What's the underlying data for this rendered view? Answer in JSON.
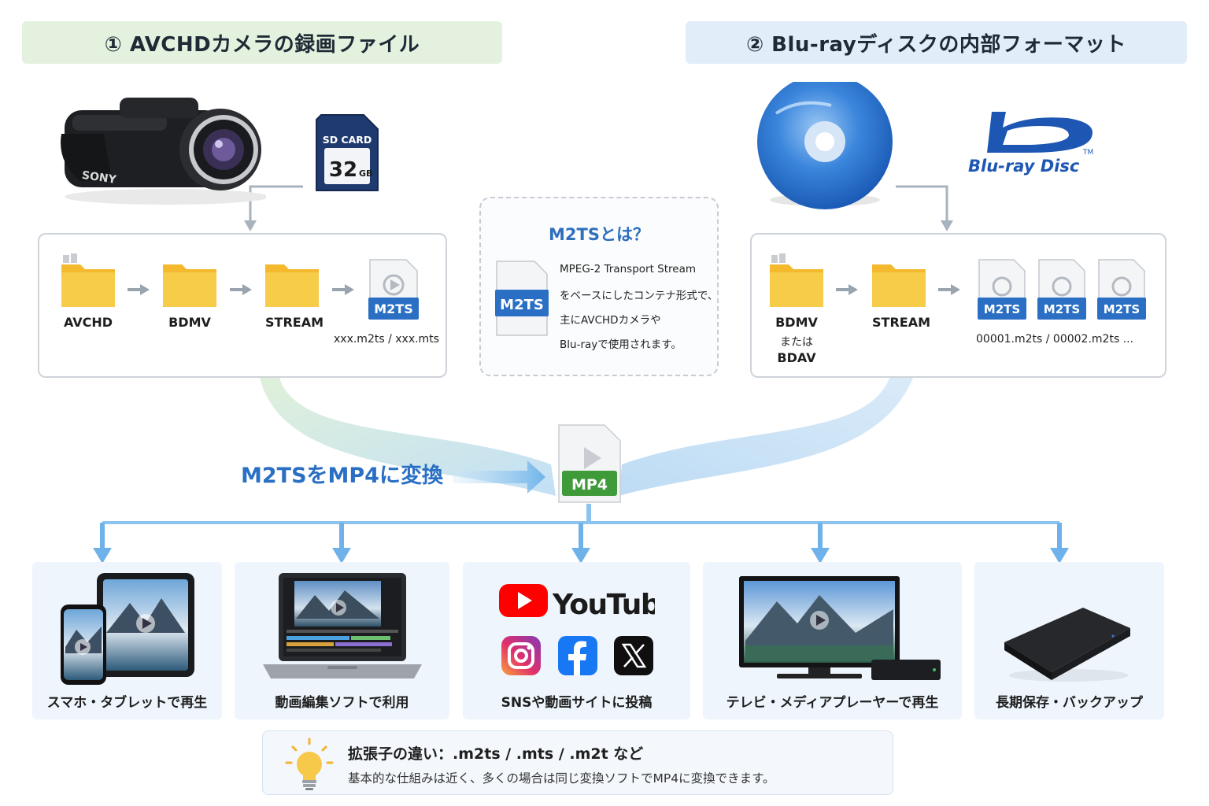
{
  "headers": {
    "left": "① AVCHDカメラの録画ファイル",
    "right": "② Blu-rayディスクの内部フォーマット"
  },
  "devices": {
    "camera_brand": "SONY",
    "sd_card_label": "SD CARD",
    "sd_card_capacity": "32",
    "sd_card_unit": "GB",
    "bluray_logo": "Blu-ray Disc",
    "bluray_tm": "TM"
  },
  "left_panel": {
    "folders": [
      "AVCHD",
      "BDMV",
      "STREAM"
    ],
    "file_badge": "M2TS",
    "file_names": "xxx.m2ts / xxx.mts"
  },
  "right_panel": {
    "folder1_label": "BDMV",
    "folder1_or": "または",
    "folder1_alt": "BDAV",
    "folder2_label": "STREAM",
    "file_badges": [
      "M2TS",
      "M2TS",
      "M2TS"
    ],
    "file_names": "00001.m2ts / 00002.m2ts ..."
  },
  "info": {
    "title": "M2TSとは？",
    "badge": "M2TS",
    "lines": [
      "MPEG-2 Transport Stream",
      "をベースにしたコンテナ形式で、",
      "主にAVCHDカメラや",
      "Blu-rayで使用されます。"
    ]
  },
  "conversion": {
    "label": "M2TSをMP4に変換",
    "mp4_badge": "MP4"
  },
  "outputs": [
    {
      "label": "スマホ・タブレットで再生"
    },
    {
      "label": "動画編集ソフトで利用"
    },
    {
      "label": "SNSや動画サイトに投稿",
      "youtube": "YouTube"
    },
    {
      "label": "テレビ・メディアプレーヤーで再生"
    },
    {
      "label": "長期保存・バックアップ"
    }
  ],
  "tip": {
    "title": "拡張子の違い：.m2ts / .mts / .m2t など",
    "text": "基本的な仕組みは近く、多くの場合は同じ変換ソフトでMP4に変換できます。"
  },
  "colors": {
    "accent_blue": "#2a6fc4",
    "m2ts_badge": "#2a6fc4",
    "mp4_badge": "#3f9b3a",
    "folder": "#f7c940",
    "flow": "#9dccf0"
  }
}
